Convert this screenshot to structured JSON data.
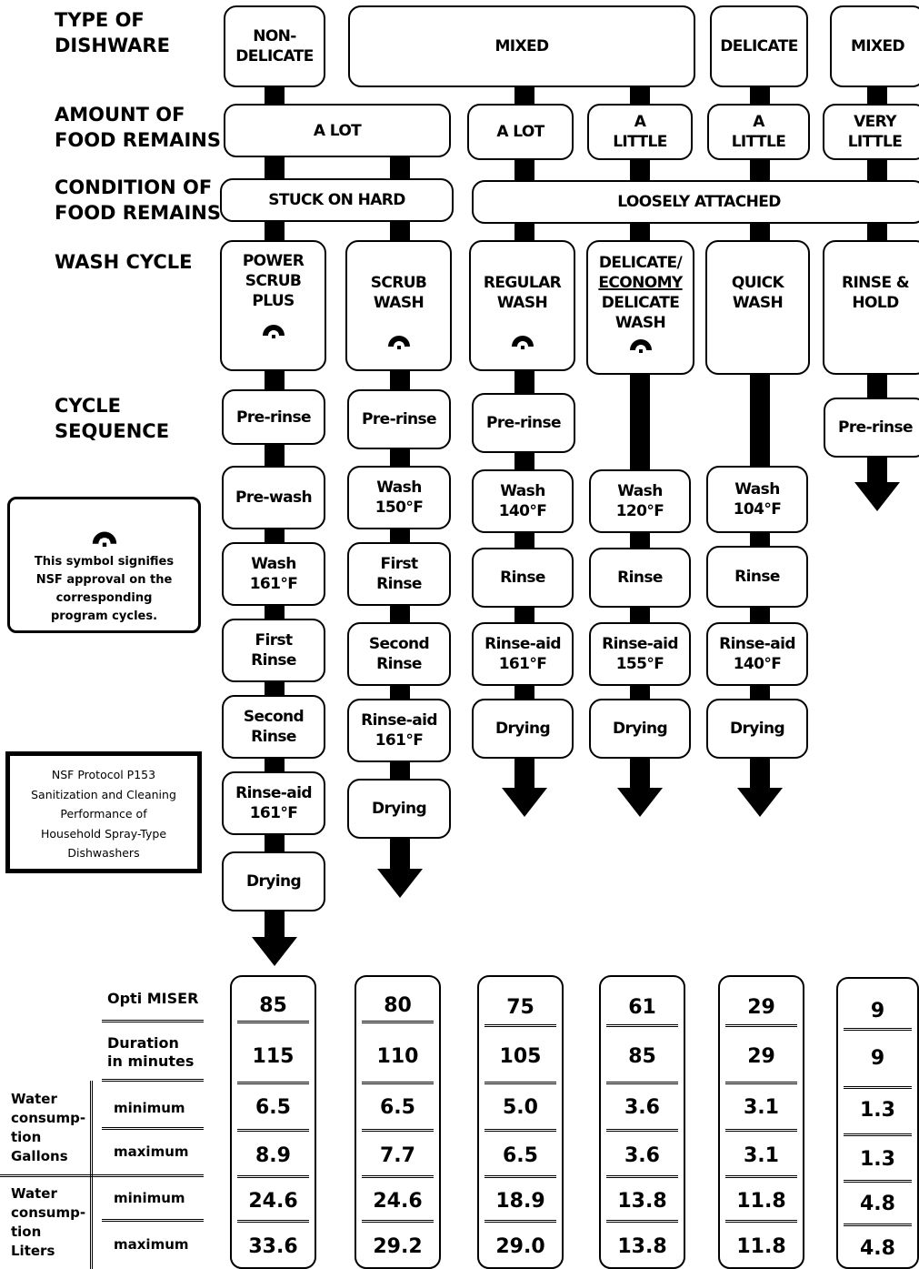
{
  "row_labels": {
    "dishware": "TYPE OF\nDISHWARE",
    "amount": "AMOUNT OF\nFOOD REMAINS",
    "condition": "CONDITION OF\nFOOD REMAINS",
    "wash_cycle": "WASH CYCLE",
    "sequence": "CYCLE\nSEQUENCE"
  },
  "dishware": {
    "non_delicate": "NON-\nDELICATE",
    "mixed": "MIXED",
    "delicate": "DELICATE",
    "mixed_2": "MIXED"
  },
  "food_amount": {
    "a_lot_1": "A LOT",
    "a_lot_2": "A LOT",
    "a_little_1": "A\nLITTLE",
    "a_little_2": "A\nLITTLE",
    "very_little": "VERY\nLITTLE"
  },
  "food_condition": {
    "stuck": "STUCK ON HARD",
    "loose": "LOOSELY ATTACHED"
  },
  "nsf_mark_text": "NSF",
  "cycles": [
    {
      "name": "POWER\nSCRUB\nPLUS",
      "nsf": true,
      "steps": [
        "Pre-rinse",
        "Pre-wash",
        "Wash\n161°F",
        "First\nRinse",
        "Second\nRinse",
        "Rinse-aid\n161°F",
        "Drying"
      ]
    },
    {
      "name": "SCRUB\nWASH",
      "nsf": true,
      "steps": [
        "Pre-rinse",
        "Wash\n150°F",
        "First\nRinse",
        "Second\nRinse",
        "Rinse-aid\n161°F",
        "Drying"
      ]
    },
    {
      "name": "REGULAR\nWASH",
      "nsf": true,
      "steps": [
        "Pre-rinse",
        "Wash\n140°F",
        "Rinse",
        "Rinse-aid\n161°F",
        "Drying"
      ]
    },
    {
      "name_top": "DELICATE/",
      "name_mid": "ECONOMY",
      "name_bottom": "DELICATE\nWASH",
      "nsf": true,
      "steps": [
        "Wash\n120°F",
        "Rinse",
        "Rinse-aid\n155°F",
        "Drying"
      ]
    },
    {
      "name": "QUICK\nWASH",
      "nsf": false,
      "steps": [
        "Wash\n104°F",
        "Rinse",
        "Rinse-aid\n140°F",
        "Drying"
      ]
    },
    {
      "name": "RINSE &\nHOLD",
      "nsf": false,
      "steps": [
        "Pre-rinse"
      ]
    }
  ],
  "legend_text": "This symbol signifies\nNSF approval on the\ncorresponding\nprogram cycles.",
  "protocol_text": "NSF Protocol P153\nSanitization and Cleaning\nPerformance of\nHousehold Spray-Type\nDishwashers",
  "table_labels": {
    "opti_miser": "Opti MISER",
    "duration": "Duration\nin minutes",
    "water_gallons": "Water\nconsump-\ntion\nGallons",
    "water_liters": "Water\nconsump-\ntion\nLiters",
    "minimum": "minimum",
    "maximum": "maximum"
  },
  "table": [
    {
      "opti": "85",
      "duration": "115",
      "gal_min": "6.5",
      "gal_max": "8.9",
      "l_min": "24.6",
      "l_max": "33.6"
    },
    {
      "opti": "80",
      "duration": "110",
      "gal_min": "6.5",
      "gal_max": "7.7",
      "l_min": "24.6",
      "l_max": "29.2"
    },
    {
      "opti": "75",
      "duration": "105",
      "gal_min": "5.0",
      "gal_max": "6.5",
      "l_min": "18.9",
      "l_max": "29.0"
    },
    {
      "opti": "61",
      "duration": "85",
      "gal_min": "3.6",
      "gal_max": "3.6",
      "l_min": "13.8",
      "l_max": "13.8"
    },
    {
      "opti": "29",
      "duration": "29",
      "gal_min": "3.1",
      "gal_max": "3.1",
      "l_min": "11.8",
      "l_max": "11.8"
    },
    {
      "opti": "9",
      "duration": "9",
      "gal_min": "1.3",
      "gal_max": "1.3",
      "l_min": "4.8",
      "l_max": "4.8"
    }
  ]
}
